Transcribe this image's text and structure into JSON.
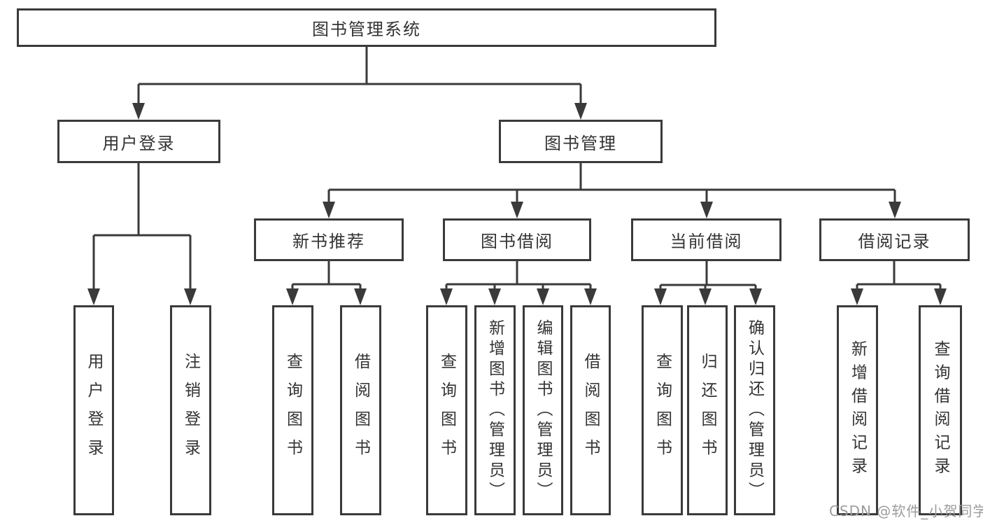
{
  "colors": {
    "line": "#3a3a3a",
    "text": "#333333",
    "watermark": "#9c9c9c",
    "bg": "#ffffff"
  },
  "diagram": {
    "root": {
      "label": "图书管理系统"
    },
    "branches": [
      {
        "label": "用户登录",
        "children": [
          {
            "label": "用户登录"
          },
          {
            "label": "注销登录"
          }
        ]
      },
      {
        "label": "图书管理",
        "children": [
          {
            "label": "新书推荐",
            "children": [
              {
                "label": "查询图书"
              },
              {
                "label": "借阅图书"
              }
            ]
          },
          {
            "label": "图书借阅",
            "children": [
              {
                "label": "查询图书"
              },
              {
                "label": "新增图书（管理员）"
              },
              {
                "label": "编辑图书（管理员）"
              },
              {
                "label": "借阅图书"
              }
            ]
          },
          {
            "label": "当前借阅",
            "children": [
              {
                "label": "查询图书"
              },
              {
                "label": "归还图书"
              },
              {
                "label": "确认归还（管理员）"
              }
            ]
          },
          {
            "label": "借阅记录",
            "children": [
              {
                "label": "新增借阅记录"
              },
              {
                "label": "查询借阅记录"
              }
            ]
          }
        ]
      }
    ]
  },
  "watermark": {
    "text": "CSDN @软件_小贺同学"
  }
}
